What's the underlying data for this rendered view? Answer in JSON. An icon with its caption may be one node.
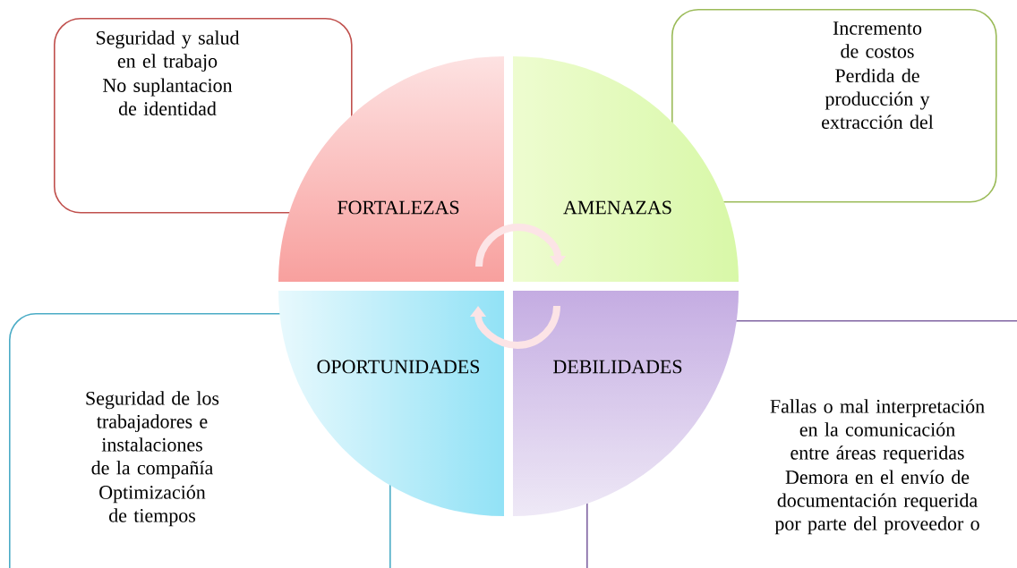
{
  "diagram": {
    "nodes": [
      {
        "text": [
          "Seguridad y salud en el trabajo",
          "No suplantacion de identidad"
        ]
      },
      {
        "text": [
          "Incremento de costos",
          "Perdida de producción y extracción del"
        ]
      },
      {
        "text": [
          "Seguridad de los trabajadores e instalaciones de la compañía",
          "Optimización de tiempos"
        ]
      },
      {
        "text": [
          "Fallas o mal interpretación en la comunicación entre áreas requeridas",
          "Demora en el envío de documentación requerida por parte del proveedor o"
        ]
      },
      {
        "text": [
          "FORTALEZAS"
        ]
      },
      {
        "text": [
          "AMENAZAS"
        ]
      },
      {
        "text": [
          "OPORTUNIDADES"
        ]
      },
      {
        "text": [
          "DEBILIDADES"
        ]
      }
    ],
    "edges": [
      {
        "from": 4,
        "to": 5,
        "arrow": "to"
      },
      {
        "from": 7,
        "to": 6,
        "arrow": "to"
      }
    ]
  }
}
